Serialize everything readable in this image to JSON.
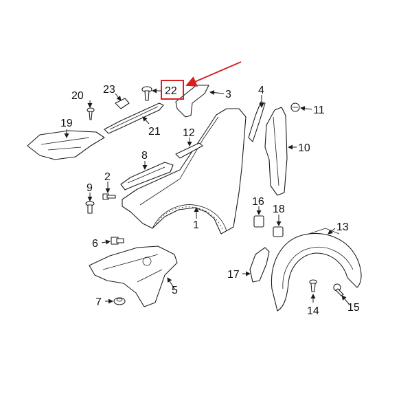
{
  "diagram": {
    "highlight_color": "#d62020",
    "callouts": [
      {
        "id": "c1",
        "label": "1"
      },
      {
        "id": "c2",
        "label": "2"
      },
      {
        "id": "c3",
        "label": "3"
      },
      {
        "id": "c4",
        "label": "4"
      },
      {
        "id": "c5",
        "label": "5"
      },
      {
        "id": "c6",
        "label": "6"
      },
      {
        "id": "c7",
        "label": "7"
      },
      {
        "id": "c8",
        "label": "8"
      },
      {
        "id": "c9",
        "label": "9"
      },
      {
        "id": "c10",
        "label": "10"
      },
      {
        "id": "c11",
        "label": "11"
      },
      {
        "id": "c12",
        "label": "12"
      },
      {
        "id": "c13",
        "label": "13"
      },
      {
        "id": "c14",
        "label": "14"
      },
      {
        "id": "c15",
        "label": "15"
      },
      {
        "id": "c16",
        "label": "16"
      },
      {
        "id": "c17",
        "label": "17"
      },
      {
        "id": "c18",
        "label": "18"
      },
      {
        "id": "c19",
        "label": "19"
      },
      {
        "id": "c20",
        "label": "20"
      },
      {
        "id": "c21",
        "label": "21"
      },
      {
        "id": "c22",
        "label": "22"
      },
      {
        "id": "c23",
        "label": "23"
      }
    ],
    "highlighted_callout": "22"
  }
}
